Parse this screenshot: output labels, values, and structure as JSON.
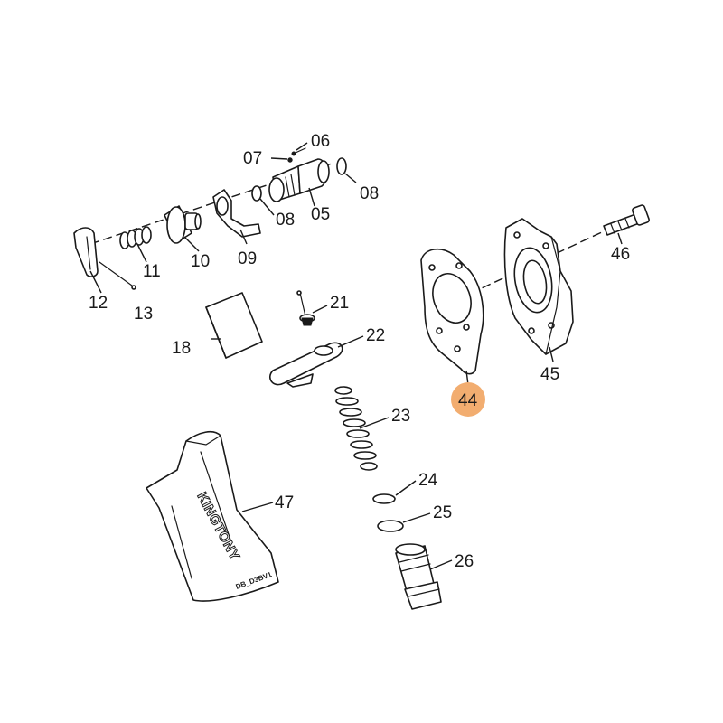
{
  "diagram": {
    "highlight_color": "#f2ad70",
    "highlighted_part": "44",
    "brand_text": "KINGTONY",
    "model_code": "DB_D3BV1",
    "parts": [
      {
        "id": "p06",
        "label": "06"
      },
      {
        "id": "p07",
        "label": "07"
      },
      {
        "id": "p08a",
        "label": "08"
      },
      {
        "id": "p08b",
        "label": "08"
      },
      {
        "id": "p05",
        "label": "05"
      },
      {
        "id": "p09",
        "label": "09"
      },
      {
        "id": "p10",
        "label": "10"
      },
      {
        "id": "p11",
        "label": "11"
      },
      {
        "id": "p12",
        "label": "12"
      },
      {
        "id": "p13",
        "label": "13"
      },
      {
        "id": "p18",
        "label": "18"
      },
      {
        "id": "p21",
        "label": "21"
      },
      {
        "id": "p22",
        "label": "22"
      },
      {
        "id": "p23",
        "label": "23"
      },
      {
        "id": "p24",
        "label": "24"
      },
      {
        "id": "p25",
        "label": "25"
      },
      {
        "id": "p26",
        "label": "26"
      },
      {
        "id": "p44",
        "label": "44"
      },
      {
        "id": "p45",
        "label": "45"
      },
      {
        "id": "p46",
        "label": "46"
      },
      {
        "id": "p47",
        "label": "47"
      }
    ]
  }
}
